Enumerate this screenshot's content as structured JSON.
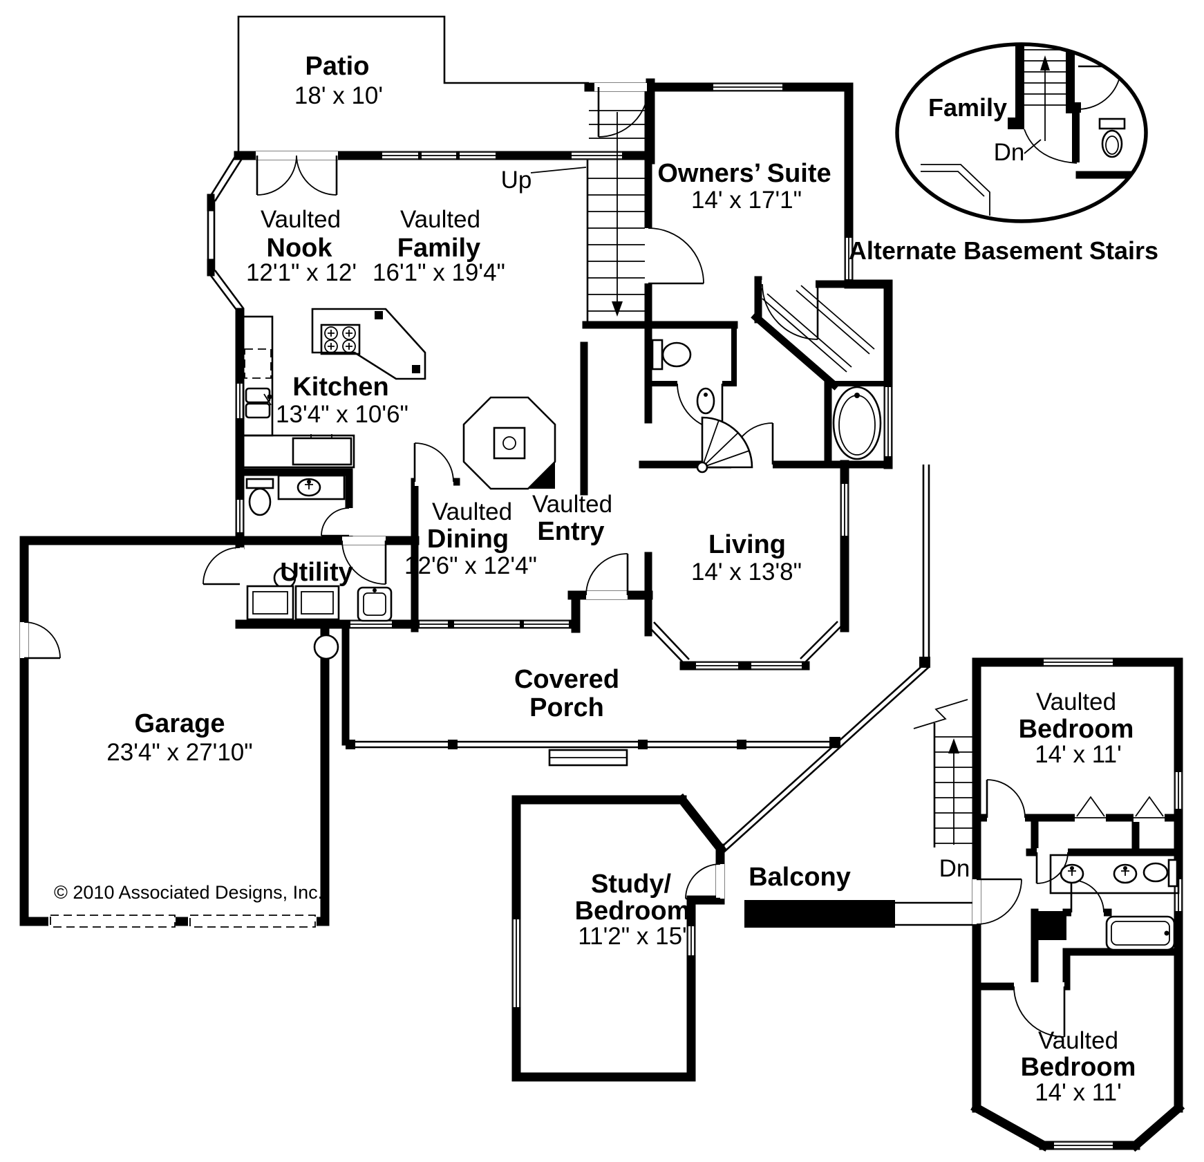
{
  "document": {
    "copyright": "© 2010 Associated Designs, Inc."
  },
  "colors": {
    "walls": "#000000",
    "background": "#ffffff"
  },
  "rooms": {
    "patio": {
      "name": "Patio",
      "dims": "18' x 10'"
    },
    "nook": {
      "prefix": "Vaulted",
      "name": "Nook",
      "dims": "12'1\" x 12'"
    },
    "family": {
      "prefix": "Vaulted",
      "name": "Family",
      "dims": "16'1\" x 19'4\""
    },
    "owners_suite": {
      "name": "Owners’ Suite",
      "dims": "14' x 17'1\""
    },
    "kitchen": {
      "name": "Kitchen",
      "dims": "13'4\" x 10'6\""
    },
    "dining": {
      "prefix": "Vaulted",
      "name": "Dining",
      "dims": "12'6\" x 12'4\""
    },
    "entry": {
      "prefix": "Vaulted",
      "name": "Entry"
    },
    "living": {
      "name": "Living",
      "dims": "14' x 13'8\""
    },
    "utility": {
      "name": "Utility"
    },
    "garage": {
      "name": "Garage",
      "dims": "23'4\" x 27'10\""
    },
    "porch": {
      "line1": "Covered",
      "line2": "Porch"
    },
    "study": {
      "name_line1": "Study/",
      "name_line2": "Bedroom",
      "dims": "11'2\" x 15'"
    },
    "balcony": {
      "name": "Balcony"
    },
    "bedroom_upper": {
      "prefix": "Vaulted",
      "name": "Bedroom",
      "dims": "14' x 11'"
    },
    "bedroom_lower": {
      "prefix": "Vaulted",
      "name": "Bedroom",
      "dims": "14' x 11'"
    }
  },
  "stairs": {
    "up_label": "Up",
    "down_label": "Dn"
  },
  "inset": {
    "room": "Family",
    "stair_label": "Dn",
    "caption": "Alternate Basement Stairs"
  }
}
